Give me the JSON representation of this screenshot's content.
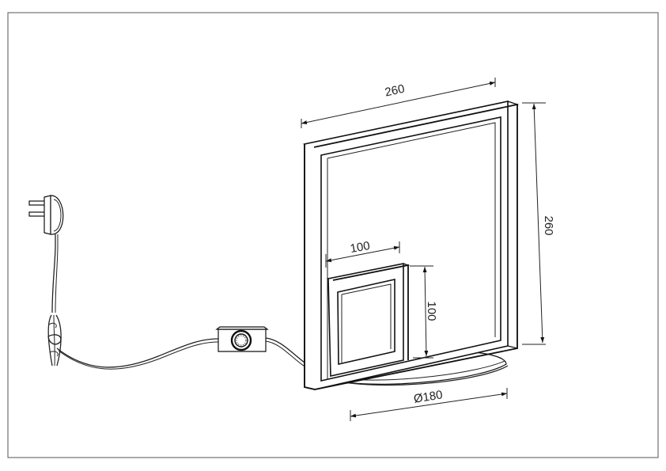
{
  "dimensions": {
    "frame_width": "260",
    "frame_height": "260",
    "inner_width": "100",
    "inner_height": "100",
    "base_diameter": "Ø180"
  },
  "colors": {
    "line": "#111111",
    "background": "#ffffff",
    "border": "#555555"
  }
}
